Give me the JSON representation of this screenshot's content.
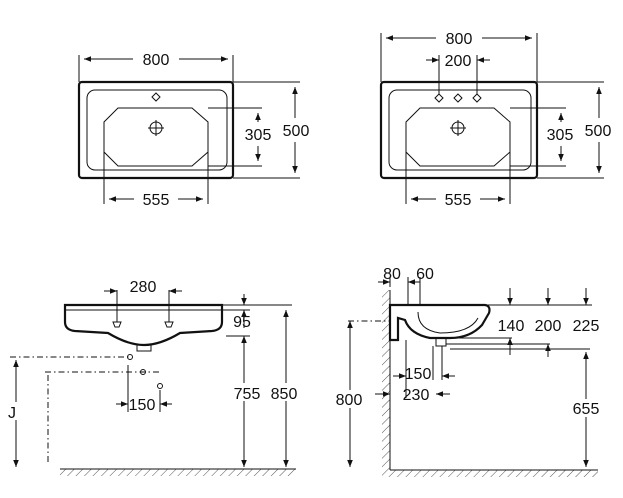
{
  "top_left": {
    "width": "800",
    "depth": "500",
    "bowl_depth": "305",
    "bowl_width": "555"
  },
  "top_right": {
    "width": "800",
    "tap_spacing": "200",
    "depth": "500",
    "bowl_depth": "305",
    "bowl_width": "555"
  },
  "front": {
    "tap_spacing": "280",
    "rim_height": "95",
    "waste_spacing": "150",
    "waste_height_label": "J",
    "height_to_bottom": "755",
    "height_to_top": "850"
  },
  "side": {
    "wall_gap": "80",
    "rim_offset": "60",
    "depth_a": "140",
    "depth_b": "200",
    "depth_c": "225",
    "waste_offset": "150",
    "waste_offset_b": "230",
    "height": "800",
    "waste_height": "655"
  }
}
